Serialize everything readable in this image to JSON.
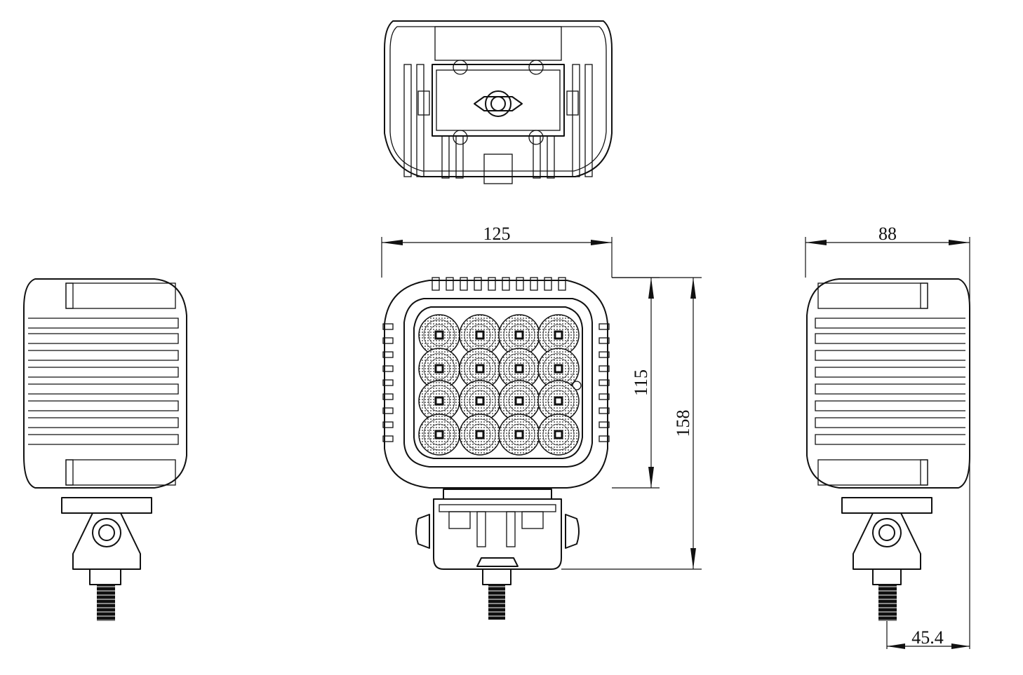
{
  "dimensions": {
    "front_width": "125",
    "front_lens_height": "115",
    "front_total_height": "158",
    "side_depth": "88",
    "side_bracket_offset": "45.4"
  },
  "colors": {
    "line": "#111111",
    "background": "#ffffff"
  },
  "views": [
    "top-view",
    "left-side-view",
    "front-view",
    "right-side-view"
  ]
}
